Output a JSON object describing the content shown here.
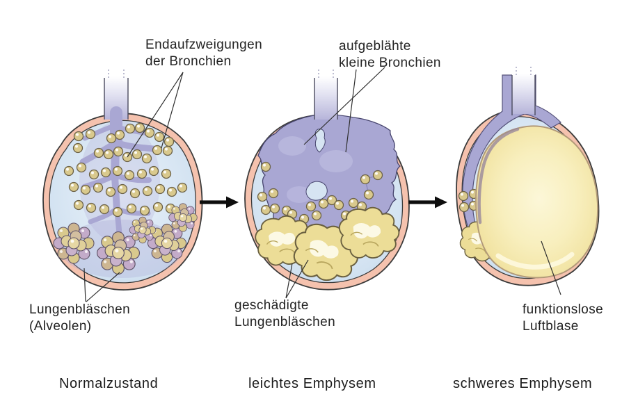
{
  "annotations": {
    "bronchi_endings": {
      "line1": "Endaufzweigungen",
      "line2": "der Bronchien"
    },
    "inflated_bronchi": {
      "line1": "aufgeblähte",
      "line2": "kleine Bronchien"
    },
    "alveoli": {
      "line1": "Lungenbläschen",
      "line2": "(Alveolen)"
    },
    "damaged_alveoli": {
      "line1": "geschädigte",
      "line2": "Lungenbläschen"
    },
    "air_bubble": {
      "line1": "funktionslose",
      "line2": "Luftblase"
    }
  },
  "captions": {
    "normal": "Normalzustand",
    "mild": "leichtes Emphysem",
    "severe": "schweres Emphysem"
  },
  "colors": {
    "background": "#ffffff",
    "wall": "#f5c2ae",
    "interior_blue": "#d8e6f3",
    "bronchi_lavender": "#a9a7d3",
    "alveoli_tan": "#d9c98d",
    "air_bubble_yellow": "#f7edb4",
    "arrow_black": "#0d0d0d",
    "text": "#222222"
  }
}
